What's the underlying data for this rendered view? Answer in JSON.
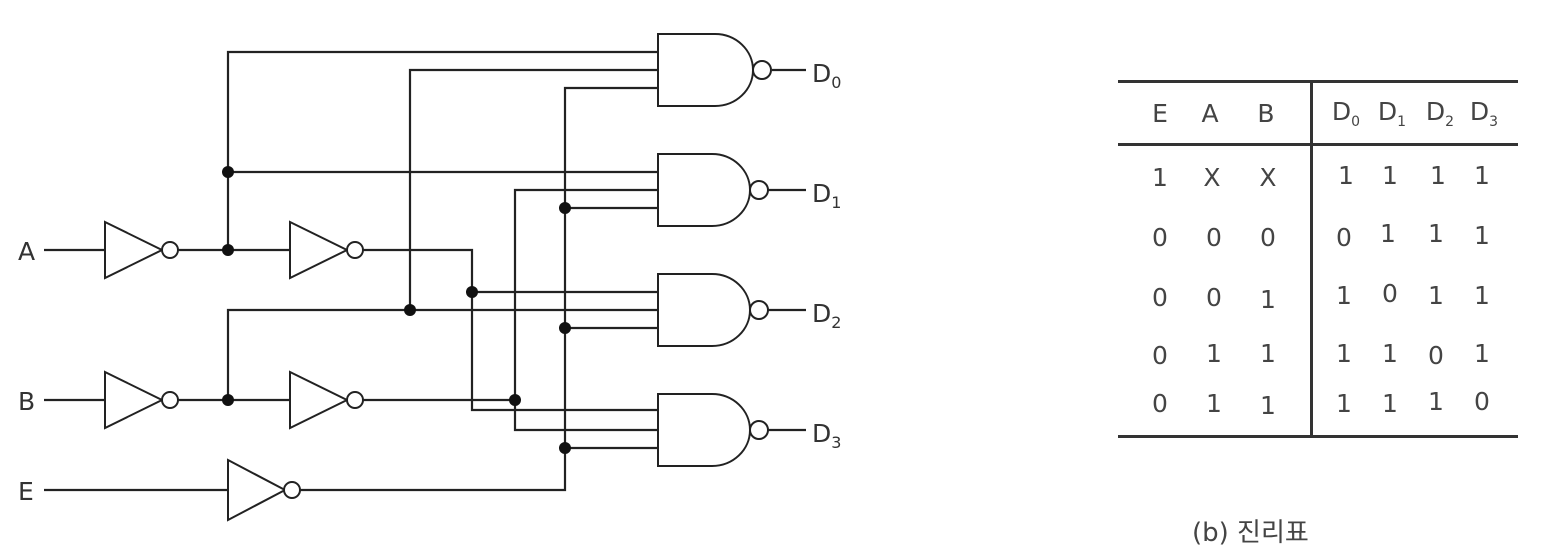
{
  "circuit": {
    "inputs": {
      "a": "A",
      "b": "B",
      "e": "E"
    },
    "outputs": [
      {
        "main": "D",
        "sub": "0"
      },
      {
        "main": "D",
        "sub": "1"
      },
      {
        "main": "D",
        "sub": "2"
      },
      {
        "main": "D",
        "sub": "3"
      }
    ]
  },
  "truth_table": {
    "input_headers": [
      "E",
      "A",
      "B"
    ],
    "output_headers": [
      {
        "main": "D",
        "sub": "0"
      },
      {
        "main": "D",
        "sub": "1"
      },
      {
        "main": "D",
        "sub": "2"
      },
      {
        "main": "D",
        "sub": "3"
      }
    ],
    "rows": [
      {
        "inputs": [
          "1",
          "X",
          "X"
        ],
        "outputs": [
          "1",
          "1",
          "1",
          "1"
        ]
      },
      {
        "inputs": [
          "0",
          "0",
          "0"
        ],
        "outputs": [
          "0",
          "1",
          "1",
          "1"
        ]
      },
      {
        "inputs": [
          "0",
          "0",
          "1"
        ],
        "outputs": [
          "1",
          "0",
          "1",
          "1"
        ]
      },
      {
        "inputs": [
          "0",
          "1",
          "1"
        ],
        "outputs": [
          "1",
          "1",
          "0",
          "1"
        ]
      },
      {
        "inputs": [
          "0",
          "1",
          "1"
        ],
        "outputs": [
          "1",
          "1",
          "1",
          "0"
        ]
      }
    ]
  },
  "caption": "(b) 진리표"
}
